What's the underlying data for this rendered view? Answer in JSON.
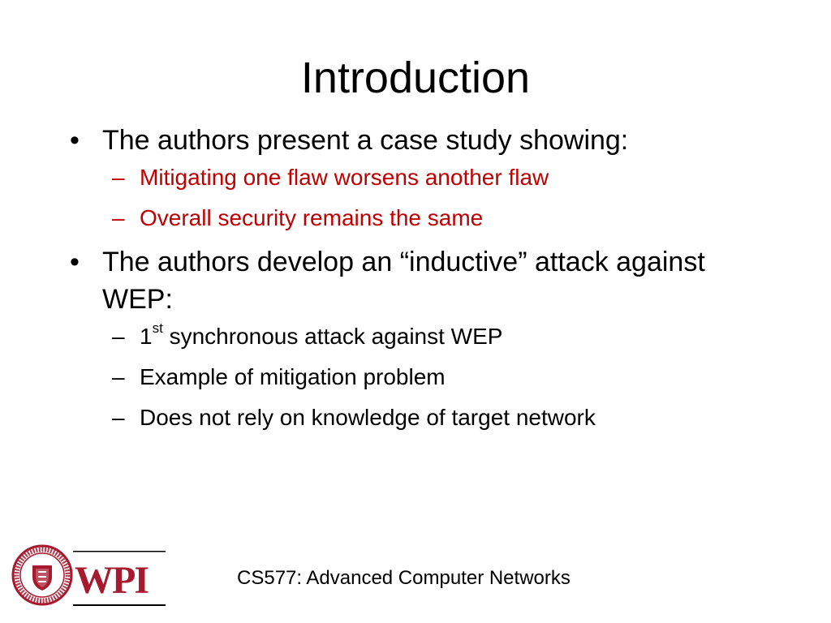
{
  "slide": {
    "title": "Introduction",
    "bullets": [
      {
        "text": "The authors present a case study showing:",
        "subs": [
          {
            "text": "Mitigating one flaw worsens another flaw"
          },
          {
            "text": "Overall security remains the same"
          }
        ]
      },
      {
        "text": "The authors develop an “inductive” attack against WEP:",
        "subs": [
          {
            "prefix": "1",
            "sup": "st",
            "text": " synchronous attack against WEP"
          },
          {
            "text": "Example of mitigation problem"
          },
          {
            "text": "Does not rely on knowledge of target network"
          }
        ]
      }
    ],
    "bullet_symbol": "•",
    "dash_symbol": "–"
  },
  "footer": {
    "course": "CS577: Advanced Computer Networks",
    "logo_text": "WPI",
    "seal_text": "WORCESTER POLYTECHNIC INSTITUTE 1865"
  },
  "colors": {
    "accent_red": "#c00000",
    "wpi_maroon": "#a6192e"
  }
}
